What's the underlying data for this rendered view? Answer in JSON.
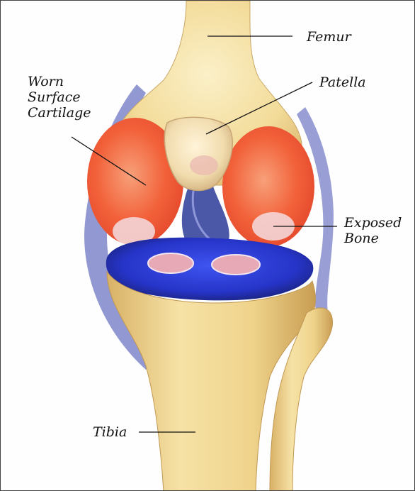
{
  "labels": {
    "femur": "Femur",
    "patella": "Patella",
    "worn": [
      "Worn",
      "Surface",
      "Cartilage"
    ],
    "exposed": [
      "Exposed",
      "Bone"
    ],
    "tibia": "Tibia"
  },
  "colors": {
    "bone": "#f3dc9a",
    "bone_shadow": "#d9b76a",
    "cartilage": "#f2623a",
    "meniscus": "#2d3fd6",
    "ligament": "#5a66b8"
  }
}
